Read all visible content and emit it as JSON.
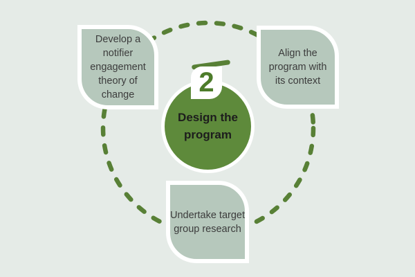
{
  "diagram": {
    "badge_number": "2",
    "center_circle": {
      "label": "Design the\nprogram"
    },
    "nodes": [
      {
        "id": "develop-theory",
        "label": "Develop a notifier\nengagement\ntheory of change"
      },
      {
        "id": "align-context",
        "label": "Align the\nprogram with\nits context"
      },
      {
        "id": "target-research",
        "label": "Undertake target\ngroup research"
      }
    ],
    "colors": {
      "background": "#e5ebe7",
      "node_fill": "#b6c8bc",
      "circle_fill": "#5e8a3b",
      "dash_green": "#588036",
      "number_green": "#4d7c2a",
      "node_text": "#3c3c3c",
      "center_text": "#1d1d1d",
      "border": "#ffffff"
    }
  }
}
